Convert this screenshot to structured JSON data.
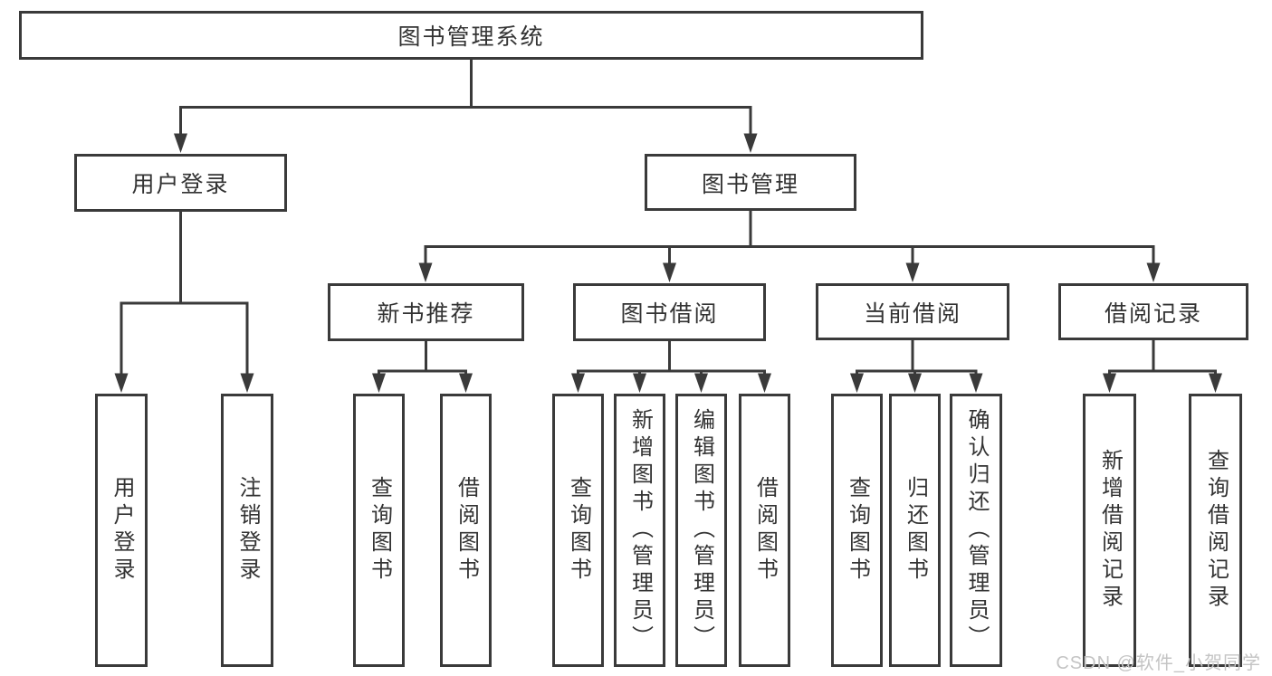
{
  "diagram": {
    "root_label": "图书管理系统",
    "branches": [
      {
        "label": "用户登录",
        "children": [
          "用户登录",
          "注销登录"
        ]
      },
      {
        "label": "图书管理",
        "groups": [
          {
            "label": "新书推荐",
            "children": [
              "查询图书",
              "借阅图书"
            ]
          },
          {
            "label": "图书借阅",
            "children": [
              "查询图书",
              "新增图书（管理员）",
              "编辑图书（管理员）",
              "借阅图书"
            ]
          },
          {
            "label": "当前借阅",
            "children": [
              "查询图书",
              "归还图书",
              "确认归还（管理员）"
            ]
          },
          {
            "label": "借阅记录",
            "children": [
              "新增借阅记录",
              "查询借阅记录"
            ]
          }
        ]
      }
    ]
  },
  "watermark": "CSDN @软件_小贺同学",
  "colors": {
    "line": "#3a3a3a",
    "text": "#333333",
    "watermark": "#c4c4c4",
    "background": "#ffffff"
  }
}
